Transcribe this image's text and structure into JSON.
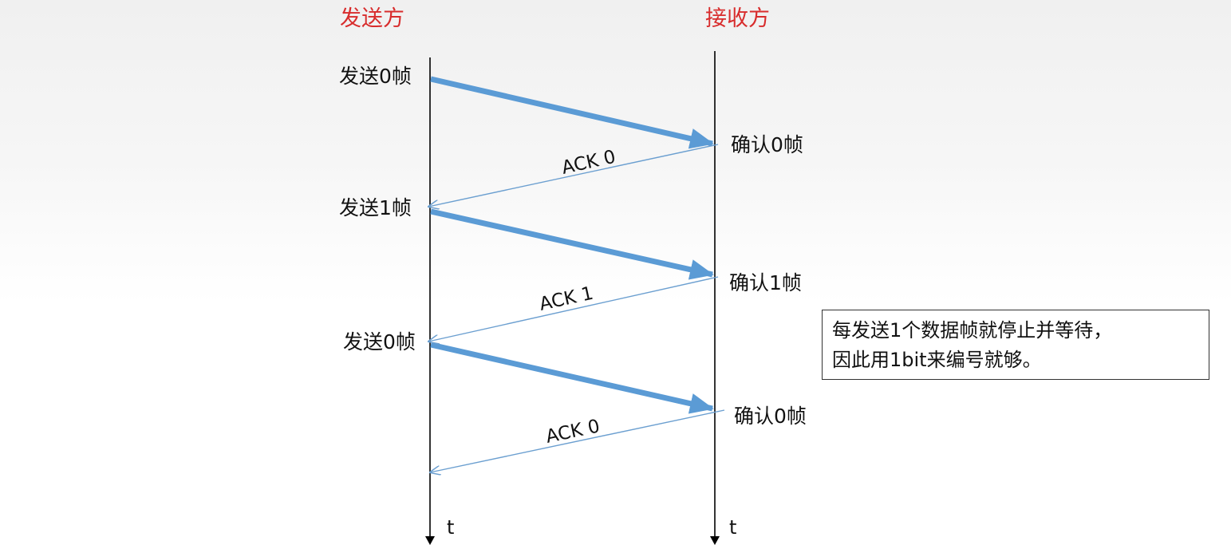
{
  "parties": {
    "sender": "发送方",
    "receiver": "接收方"
  },
  "timeline": {
    "sender_axis": "t",
    "receiver_axis": "t"
  },
  "events": [
    {
      "send": "发送0帧",
      "recv": "确认0帧",
      "ack": "ACK 0"
    },
    {
      "send": "发送1帧",
      "recv": "确认1帧",
      "ack": "ACK 1"
    },
    {
      "send": "发送0帧",
      "recv": "确认0帧",
      "ack": "ACK 0"
    }
  ],
  "note": {
    "line1": "每发送1个数据帧就停止并等待，",
    "line2": "因此用1bit来编号就够。"
  },
  "colors": {
    "party_label": "#d82c2c",
    "data_arrow": "#5b9bd5",
    "ack_arrow": "#6b9fd0",
    "timeline": "#000000"
  }
}
